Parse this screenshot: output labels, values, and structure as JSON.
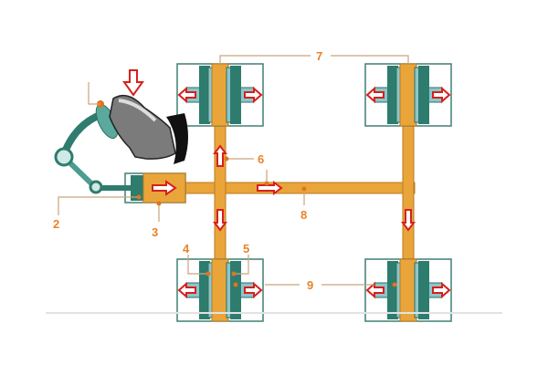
{
  "diagram": {
    "labels": {
      "l2": "2",
      "l3": "3",
      "l4": "4",
      "l5": "5",
      "l6": "6",
      "l7": "7",
      "l8": "8",
      "l9": "9"
    },
    "colors": {
      "pipe": "#e9a53a",
      "brake_ring": "#2e7c6e",
      "arrow": "#d6201c",
      "label": "#e8832a"
    }
  }
}
